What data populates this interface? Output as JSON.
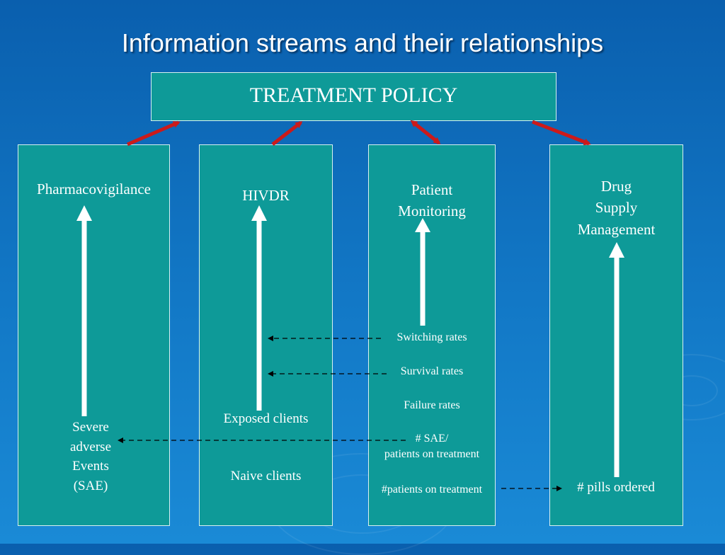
{
  "title": "Information streams and their relationships",
  "policy": {
    "label": "TREATMENT POLICY"
  },
  "columns": [
    {
      "heading": "Pharmacovigilance",
      "bottom_lines": [
        "Severe",
        "adverse",
        "Events",
        "(SAE)"
      ]
    },
    {
      "heading": "HIVDR",
      "inputs": [
        "Exposed clients",
        "Naive clients"
      ]
    },
    {
      "heading_lines": [
        "Patient",
        "Monitoring"
      ],
      "indicators": {
        "switching": "Switching rates",
        "survival": "Survival rates",
        "failure": "Failure rates",
        "sae_lines": [
          "# SAE/",
          "patients on treatment"
        ],
        "patients": "#patients on treatment"
      }
    },
    {
      "heading_lines": [
        "Drug",
        "Supply",
        "Management"
      ],
      "input": "# pills ordered"
    }
  ],
  "colors": {
    "box": "#0e9a98",
    "arrow_red": "#cc1a1a",
    "arrow_white": "#ffffff",
    "background": "#0a5fae"
  }
}
